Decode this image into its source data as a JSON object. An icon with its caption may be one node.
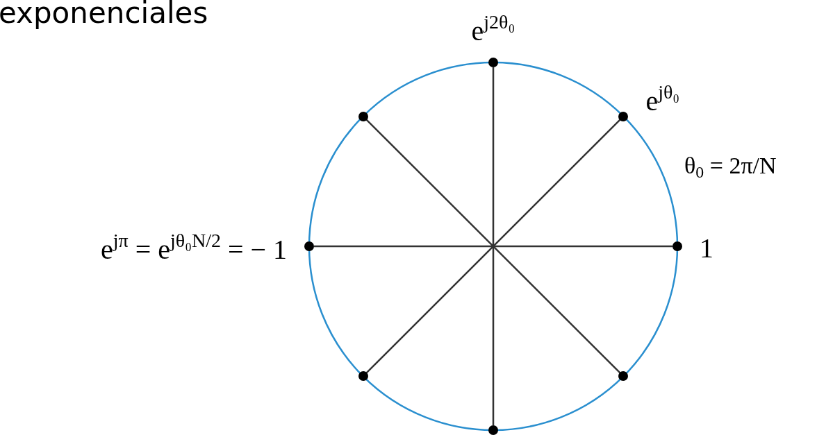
{
  "diagram": {
    "nodes": [
      {
        "text": [],
        "shape": "circle",
        "beside": [
          "e$^{j2θ₀}$"
        ]
      },
      {
        "text": [],
        "shape": "circle"
      },
      {
        "text": [],
        "shape": "circle",
        "beside": [
          "e$^{jθ₀}$"
        ]
      },
      {
        "text": [],
        "shape": "circle",
        "beside": [
          "e$^{jπ}$ = e$^{jθ₀N/2}$ = − 1"
        ]
      },
      {
        "text": [],
        "shape": "circle",
        "beside": [
          "1"
        ]
      },
      {
        "text": [],
        "shape": "circle"
      },
      {
        "text": [],
        "shape": "circle"
      },
      {
        "text": [],
        "shape": "circle"
      }
    ],
    "edges": [
      {
        "from": 0,
        "to": 7,
        "arrow": "none"
      },
      {
        "from": 1,
        "to": 6,
        "arrow": "none"
      },
      {
        "from": 2,
        "to": 5,
        "arrow": "none"
      },
      {
        "from": 3,
        "to": 4,
        "arrow": "none"
      }
    ],
    "labels": [
      "exponenciales",
      "θ$_{0}$ = 2π/N"
    ]
  }
}
